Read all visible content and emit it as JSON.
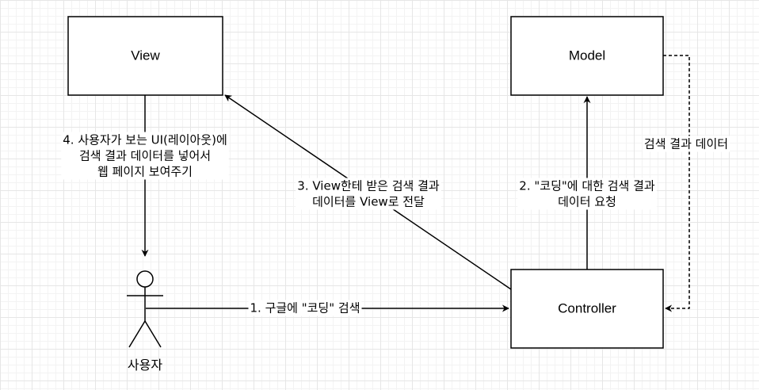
{
  "nodes": {
    "view": "View",
    "model": "Model",
    "controller": "Controller"
  },
  "actor": {
    "label": "사용자"
  },
  "edges": {
    "user_to_controller": [
      "1. 구글에 \"코딩\" 검색"
    ],
    "controller_to_model": [
      "2. \"코딩\"에 대한 검색 결과",
      "데이터 요청"
    ],
    "controller_to_view": [
      "3. View한테 받은 검색 결과",
      "데이터를 View로 전달"
    ],
    "view_to_user": [
      "4. 사용자가 보는 UI(레이아웃)에",
      "검색 결과 데이터를 넣어서",
      "웹 페이지 보여주기"
    ],
    "model_to_controller": [
      "검색 결과 데이터"
    ]
  }
}
